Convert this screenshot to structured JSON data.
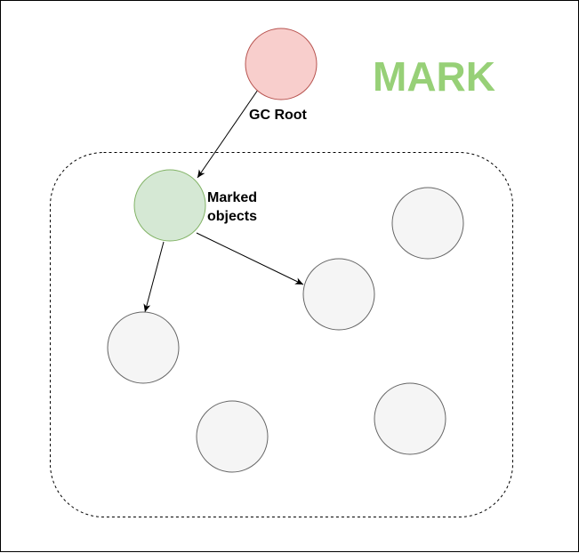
{
  "title": "MARK",
  "gc_root_label": "GC Root",
  "marked_label": "Marked\nobjects",
  "colors": {
    "title": "#97d077",
    "gc_root_fill": "#f8cecc",
    "gc_root_stroke": "#b85450",
    "marked_fill": "#d5e8d4",
    "marked_stroke": "#82b366",
    "object_fill": "#f5f5f5",
    "object_stroke": "#666666",
    "heap_border": "#000000",
    "arrow": "#000000"
  },
  "nodes": [
    {
      "id": "gc-root",
      "kind": "root"
    },
    {
      "id": "marked-object",
      "kind": "marked"
    },
    {
      "id": "object-1",
      "kind": "object"
    },
    {
      "id": "object-2",
      "kind": "object"
    },
    {
      "id": "object-3",
      "kind": "object"
    },
    {
      "id": "object-4",
      "kind": "object"
    },
    {
      "id": "object-5",
      "kind": "object"
    }
  ],
  "edges": [
    {
      "from": "gc-root",
      "to": "marked-object"
    },
    {
      "from": "marked-object",
      "to": "object-1"
    },
    {
      "from": "marked-object",
      "to": "object-2"
    }
  ]
}
